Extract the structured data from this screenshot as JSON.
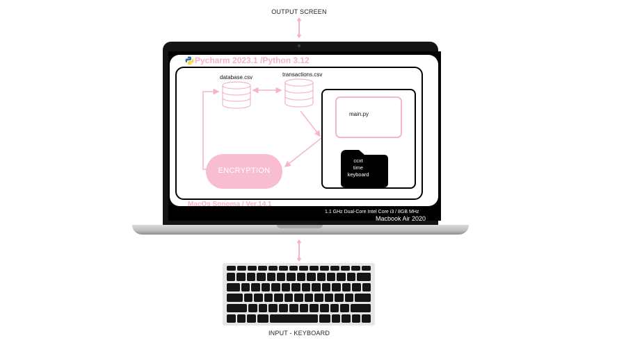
{
  "labels": {
    "output_screen": "OUTPUT SCREEN",
    "input_keyboard": "INPUT - KEYBOARD"
  },
  "ide": {
    "title": "Pycharm 2023.1 /Python 3.12",
    "database_file": "database.csv",
    "transactions_file": "transactions.csv",
    "main_file": "main.py",
    "encryption": "ENCRYPTION",
    "folder_items": [
      "ccxt",
      "time",
      "keyboard"
    ]
  },
  "system": {
    "os": "MacOs Sonoma / Ver.14.1",
    "cpu": "1.1 GHz Dual-Core Intel Core i3 / 8GB MHz",
    "model": "Macbook Air 2020"
  },
  "icons": {
    "logo": "python-logo-icon",
    "database": "database-cylinder-icon",
    "folder": "folder-icon"
  },
  "colors": {
    "accent_pink": "#f6b4c9",
    "encryption_fill": "#f8bdd0",
    "screen_black": "#000000"
  }
}
